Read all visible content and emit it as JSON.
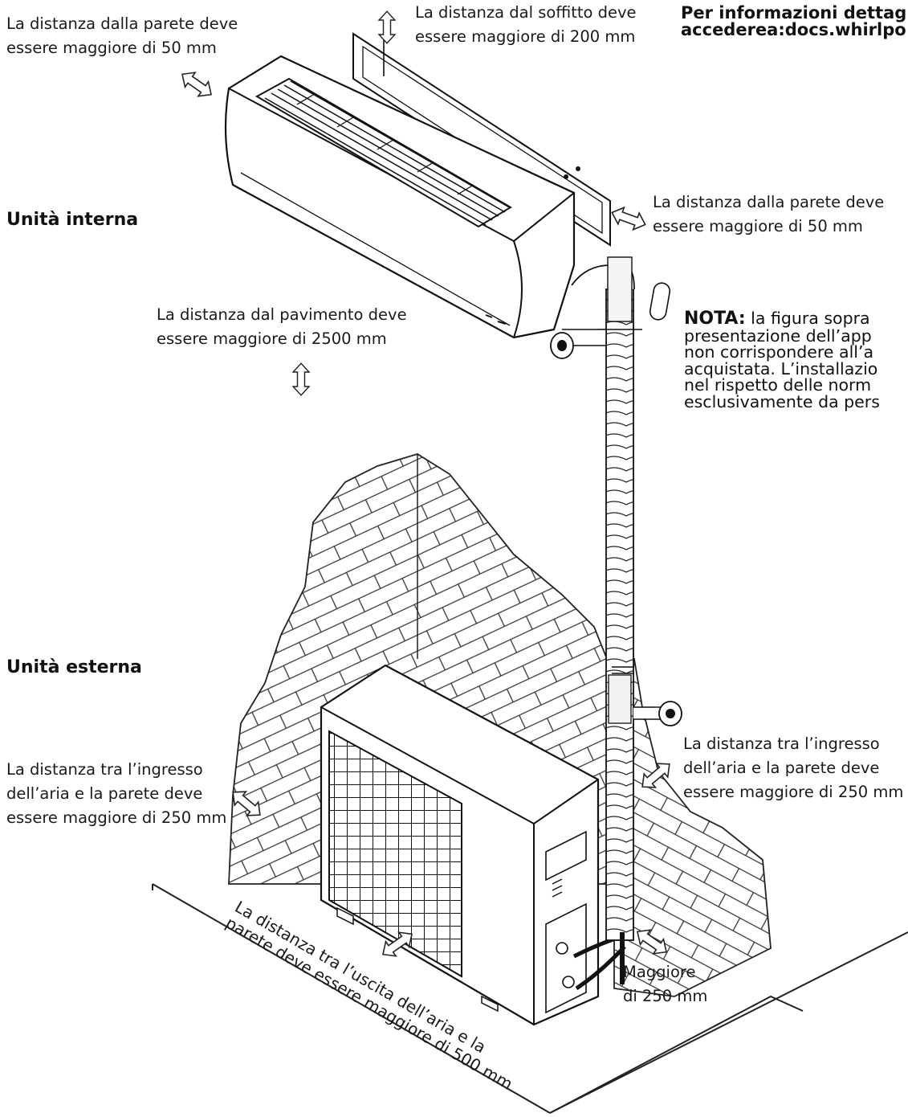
{
  "header": {
    "line1": "Per informazioni dettag",
    "line2": "accederea:docs.whirlpo"
  },
  "sections": {
    "indoor": "Unità interna",
    "outdoor": "Unità esterna"
  },
  "labels": {
    "wall_top_left": [
      "La distanza dalla parete deve",
      "essere maggiore di 50 mm"
    ],
    "ceiling": [
      "La distanza dal soffitto deve",
      "essere maggiore di 200 mm"
    ],
    "wall_right": [
      "La distanza dalla parete deve",
      "essere maggiore di 50 mm"
    ],
    "floor": [
      "La distanza dal pavimento deve",
      "essere maggiore di 2500 mm"
    ],
    "air_inlet_left": [
      "La distanza tra l’ingresso",
      "dell’aria e la parete deve",
      "essere maggiore di 250 mm"
    ],
    "air_inlet_right": [
      "La distanza tra l’ingresso",
      "dell’aria e la parete deve",
      "essere maggiore di 250 mm"
    ],
    "air_outlet": [
      "La distanza tra l’uscita dell’aria e la",
      "parete deve essere maggiore di 500 mm"
    ],
    "side": [
      "Maggiore",
      "di 250 mm"
    ]
  },
  "note": {
    "title": "NOTA:",
    "lines": [
      " la figura sopra",
      "presentazione dell’app",
      "non corrispondere all’a",
      "acquistata. L’installazio",
      "nel rispetto delle norm",
      "esclusivamente da pers"
    ]
  }
}
